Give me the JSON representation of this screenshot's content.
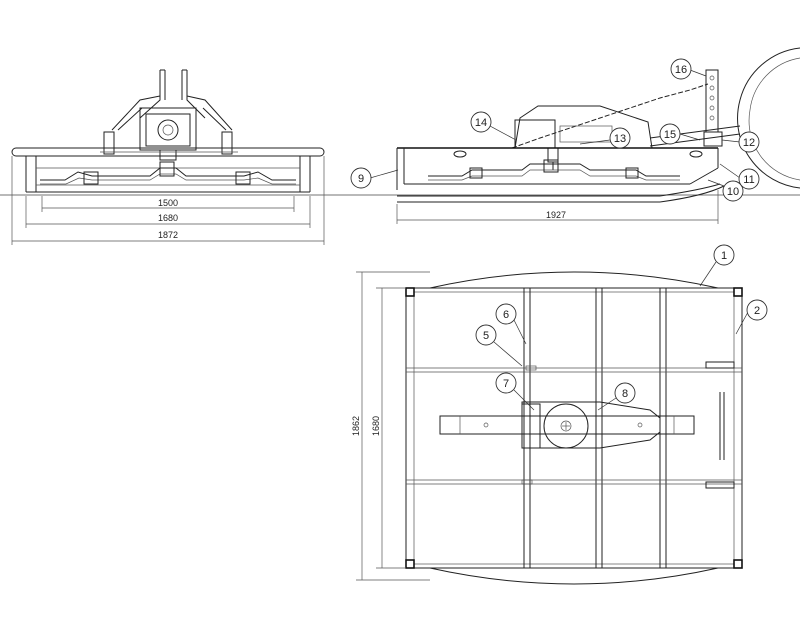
{
  "front_view": {
    "dimensions": [
      "1500",
      "1680",
      "1872"
    ]
  },
  "side_view": {
    "dimension": "1927",
    "balloons": [
      "9",
      "10",
      "11",
      "12",
      "13",
      "14",
      "15",
      "16"
    ]
  },
  "top_view": {
    "dimensions": [
      "1862",
      "1680"
    ],
    "balloons": [
      "1",
      "2",
      "5",
      "6",
      "7",
      "8"
    ]
  }
}
